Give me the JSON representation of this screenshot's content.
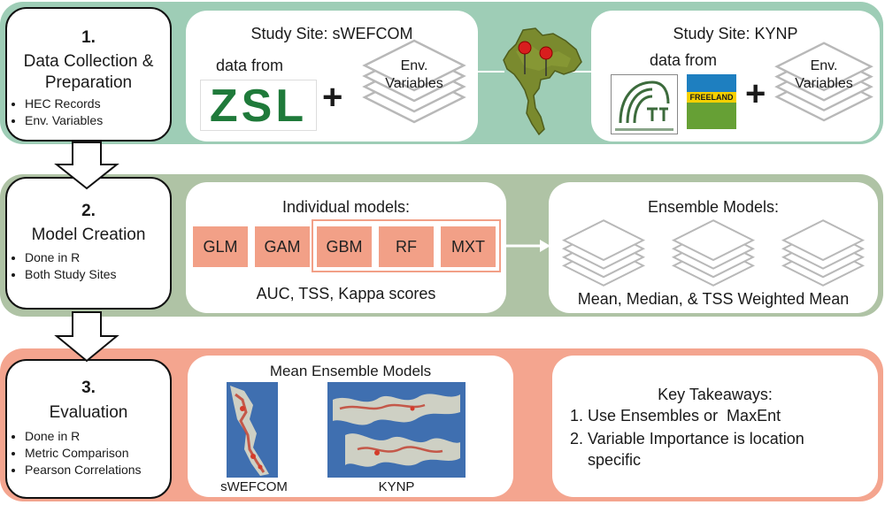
{
  "colors": {
    "row1": "#9ecdb6",
    "row2": "#afc3a5",
    "row3": "#f4a58f",
    "box": "#f2a087"
  },
  "stages": [
    {
      "number": "1.",
      "title_lines": [
        "Data Collection &",
        "Preparation"
      ],
      "bullets": [
        "HEC Records",
        "Env. Variables"
      ]
    },
    {
      "number": "2.",
      "title_lines": [
        "Model Creation"
      ],
      "bullets": [
        "Done in R",
        "Both Study Sites"
      ]
    },
    {
      "number": "3.",
      "title_lines": [
        "Evaluation"
      ],
      "bullets": [
        "Done in R",
        "Metric Comparison",
        "Pearson Correlations"
      ]
    }
  ],
  "site1": {
    "title": "Study Site:  sWEFCOM",
    "data_from": "data from",
    "logo": "ZSL",
    "plus": "+",
    "env_line1": "Env.",
    "env_line2": "Variables"
  },
  "site2": {
    "title": "Study Site: KYNP",
    "data_from": "data from",
    "logo2": "FREELAND",
    "plus": "+",
    "env_line1": "Env.",
    "env_line2": "Variables"
  },
  "models": {
    "title": "Individual models:",
    "items": [
      "GLM",
      "GAM",
      "GBM",
      "RF",
      "MXT"
    ],
    "scores": "AUC, TSS, Kappa scores"
  },
  "ensemble": {
    "title": "Ensemble Models:",
    "caption": "Mean, Median, & TSS Weighted Mean"
  },
  "mean_ensemble": {
    "title": "Mean Ensemble Models",
    "label1": "sWEFCOM",
    "label2": "KYNP"
  },
  "takeaways": {
    "title": "Key Takeaways:",
    "item1_num": "1.",
    "item1": "Use Ensembles or  MaxEnt",
    "item2_num": "2.",
    "item2_line1": "Variable Importance is location",
    "item2_line2": "specific"
  },
  "icons": {
    "thailand": "thailand-map-icon",
    "layers": "stacked-layers-icon",
    "arrow": "down-arrow-icon"
  }
}
